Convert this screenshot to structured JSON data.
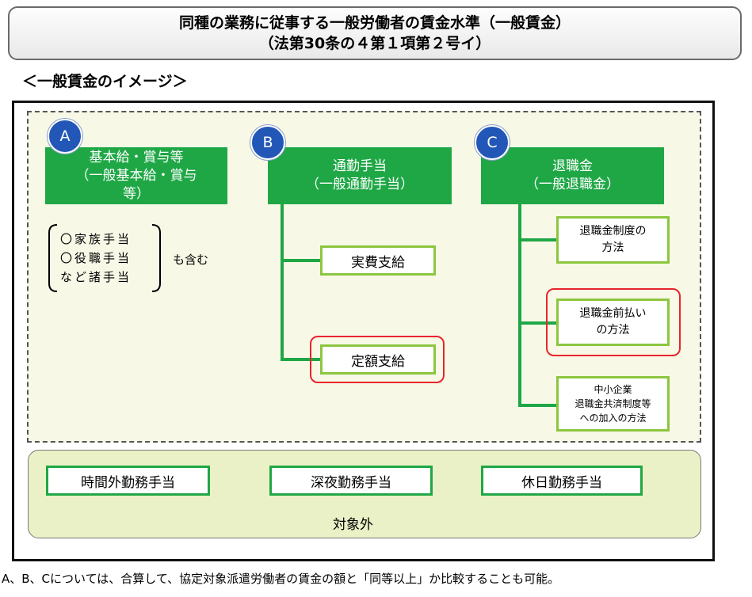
{
  "header": {
    "title_line1": "同種の業務に従事する一般労働者の賃金水準（一般賃金）",
    "title_line2": "（法第30条の４第１項第２号イ）"
  },
  "subheading": "＜一般賃金のイメージ＞",
  "categories": [
    {
      "badge": "A",
      "lines": [
        "基本給・賞与等",
        "（一般基本給・賞与",
        "等）"
      ]
    },
    {
      "badge": "B",
      "lines": [
        "通勤手当",
        "（一般通勤手当）"
      ]
    },
    {
      "badge": "C",
      "lines": [
        "退職金",
        "（一般退職金）"
      ]
    }
  ],
  "category_a_note": {
    "items": [
      "〇家族手当",
      "〇役職手当",
      "など諸手当"
    ],
    "suffix": "も含む"
  },
  "category_b_items": [
    "実費支給",
    "定額支給"
  ],
  "category_c_items": [
    [
      "退職金制度の",
      "方法"
    ],
    [
      "退職金前払い",
      "の方法"
    ],
    [
      "中小企業",
      "退職金共済制度等",
      "への加入の方法"
    ]
  ],
  "excluded": {
    "items": [
      "時間外勤務手当",
      "深夜勤務手当",
      "休日勤務手当"
    ],
    "label": "対象外"
  },
  "footnote": "A、B、Cについては、合算して、協定対象派遣労働者の賃金の額と「同等以上」か比較することも可能。",
  "colors": {
    "header_green": "#1fa746",
    "sub_border_green": "#8cc63f",
    "badge_blue": "#2357b7",
    "highlight_red": "#e8252c",
    "inner_area_bg": "#f7f8e6",
    "excluded_area_bg": "#ebf1c7"
  }
}
